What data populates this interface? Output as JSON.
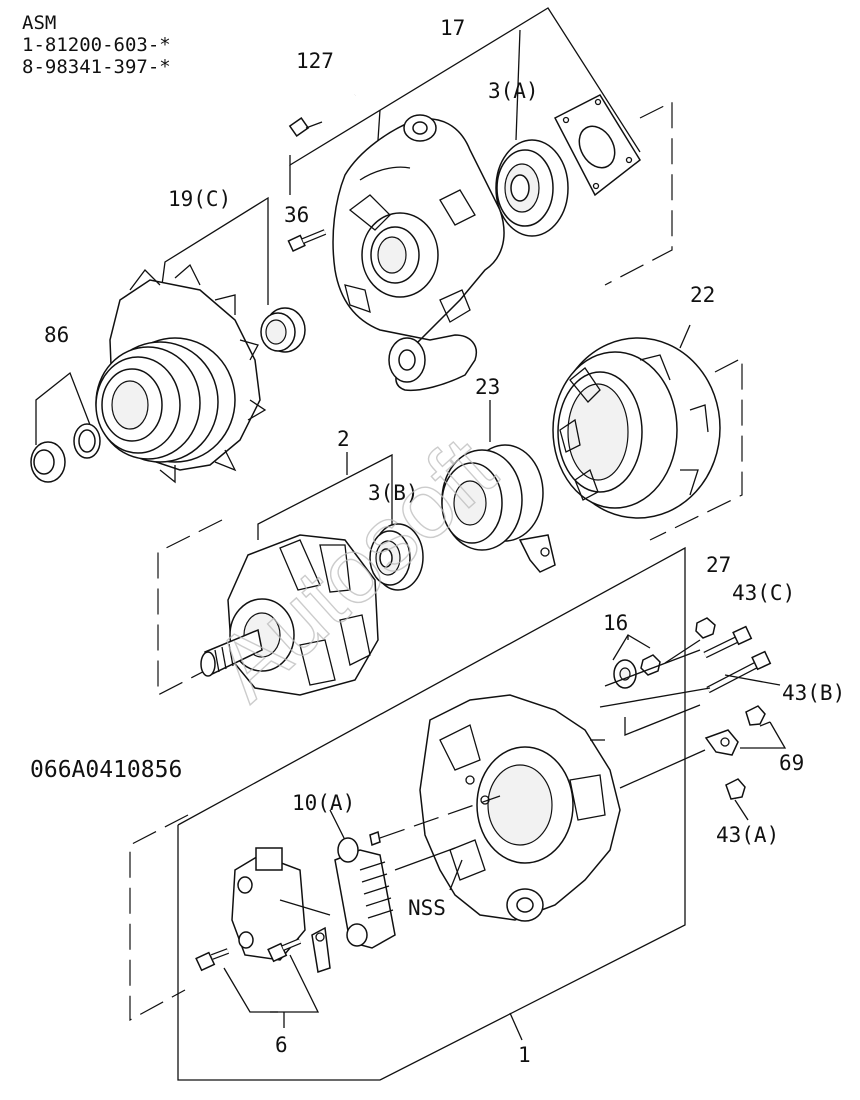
{
  "header": {
    "line1": "ASM",
    "line2": "1-81200-603-*",
    "line3": "8-98341-397-*"
  },
  "diagram_code": "066A0410856",
  "watermark": "Autosoft",
  "callouts": {
    "c17": "17",
    "c127": "127",
    "c3a": "3(A)",
    "c36": "36",
    "c19c": "19(C)",
    "c86": "86",
    "c22": "22",
    "c23": "23",
    "c2": "2",
    "c3b": "3(B)",
    "c27": "27",
    "c43c": "43(C)",
    "c16": "16",
    "c43b": "43(B)",
    "c69": "69",
    "c43a": "43(A)",
    "c10a": "10(A)",
    "cNSS": "NSS",
    "c6": "6",
    "c1": "1"
  }
}
